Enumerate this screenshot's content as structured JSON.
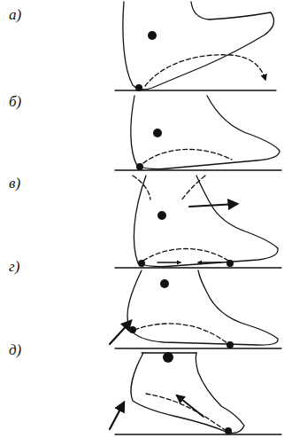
{
  "diagram": {
    "labels": [
      "а)",
      "б)",
      "в)",
      "г)",
      "д)"
    ]
  }
}
